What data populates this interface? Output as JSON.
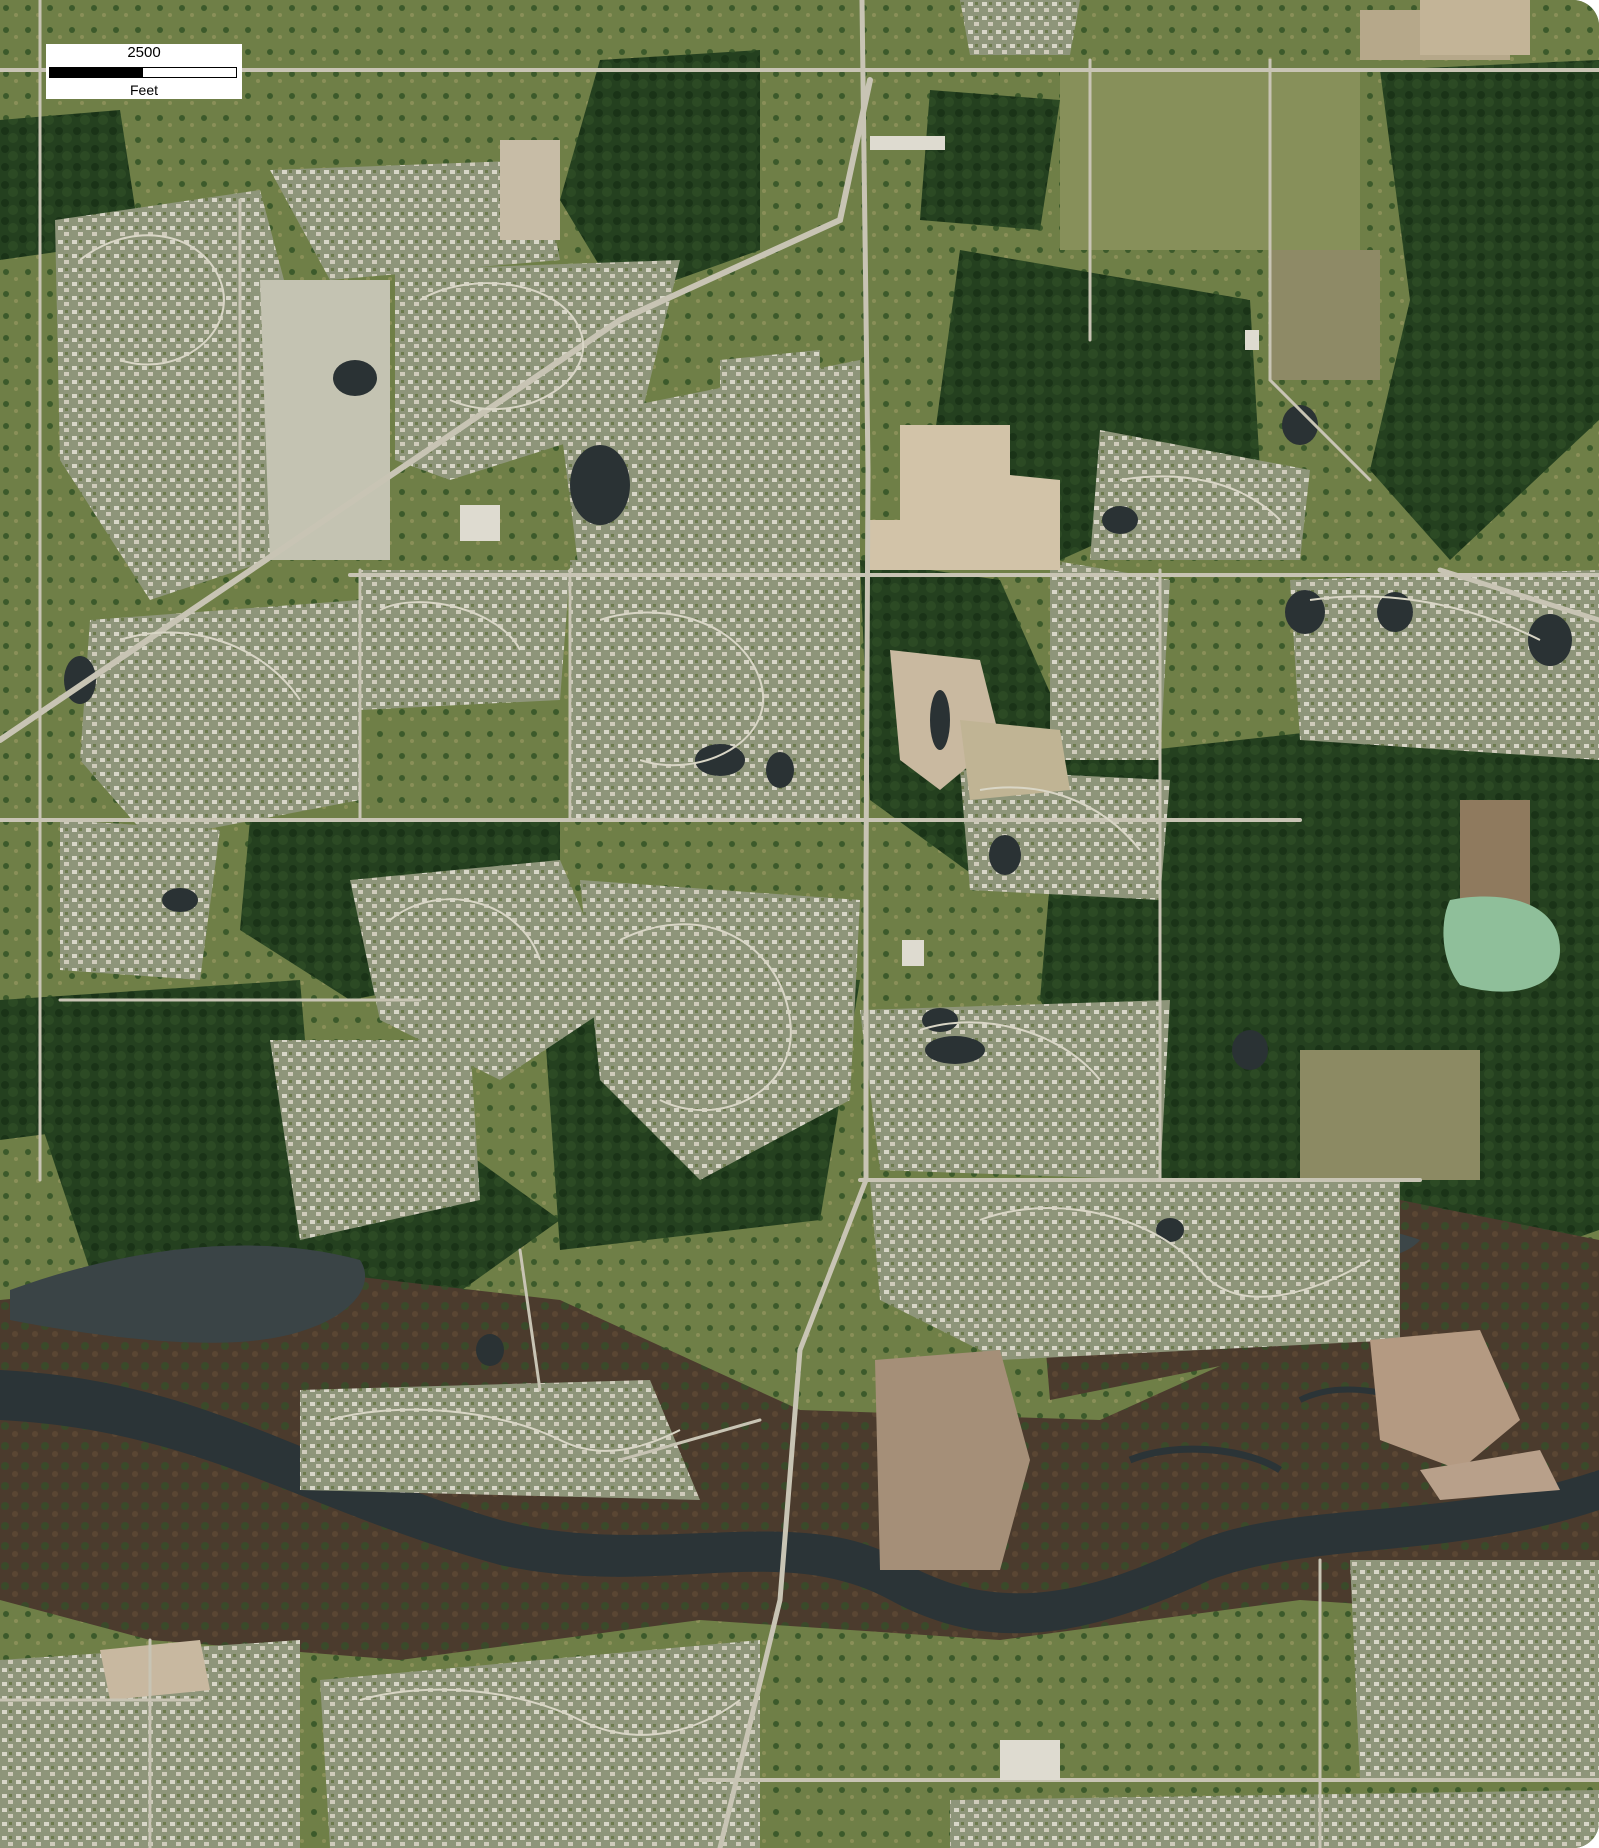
{
  "map": {
    "type": "satellite-imagery",
    "scale_bar": {
      "value": "2500",
      "unit": "Feet",
      "filled_fraction": 0.5
    },
    "colors": {
      "forest": "#1f3a1a",
      "field": "#6d7d45",
      "pasture": "#8a9256",
      "residential": "#a7ab8e",
      "water": "#2b3437",
      "marsh": "#4a3a2c",
      "road": "#c8c4b4",
      "bare_soil": "#c9b9a0",
      "pond_green": "#8fbf9a"
    }
  }
}
